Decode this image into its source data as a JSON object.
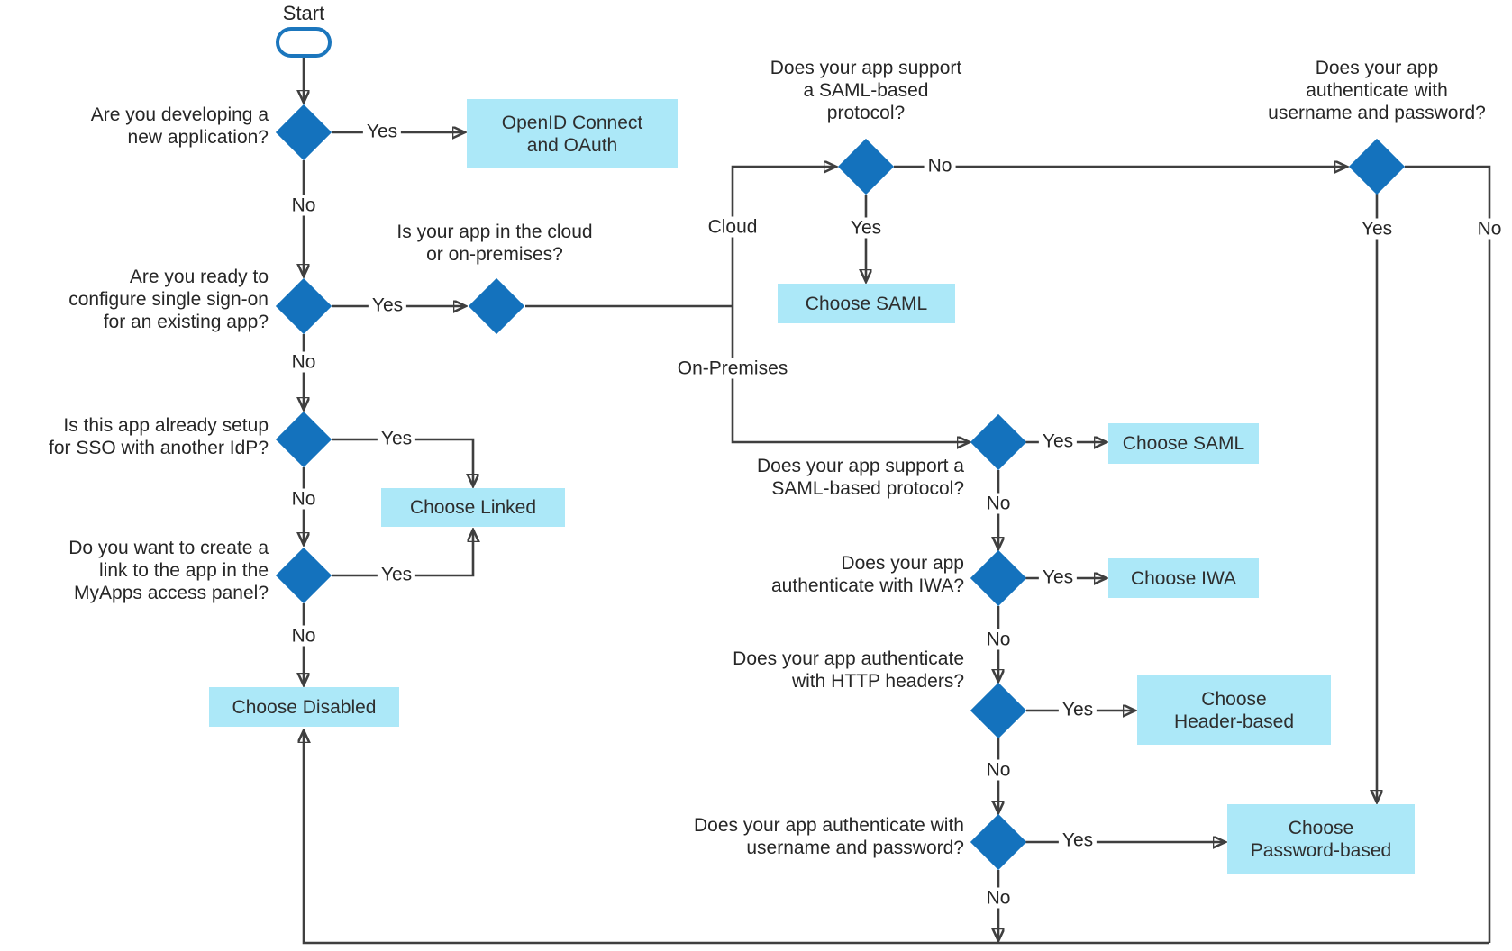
{
  "colors": {
    "diamond": "#1472bd",
    "stadium_border": "#1b76bd",
    "outcome_bg": "#ace8f8",
    "line": "#3f3f3f",
    "arrow": "#141414",
    "text": "#262626"
  },
  "start": {
    "label": "Start"
  },
  "edges": {
    "yes": "Yes",
    "no": "No",
    "cloud": "Cloud",
    "on_premises": "On-Premises"
  },
  "questions": {
    "new_app": "Are you developing a\nnew application?",
    "configure_sso": "Are you ready to\nconfigure single sign-on\nfor an existing app?",
    "already_idp": "Is this app already setup\nfor SSO with another IdP?",
    "myapps_link": "Do you want to create a\nlink to the app in the\nMyApps access panel?",
    "cloud_or_onprem": "Is your app in the cloud\nor on-premises?",
    "saml_cloud": "Does your app support\na SAML-based\nprotocol?",
    "userpass_top": "Does your app\nauthenticate with\nusername and password?",
    "saml_onprem": "Does your app support a\nSAML-based protocol?",
    "iwa": "Does your app\nauthenticate with IWA?",
    "http_headers": "Does your app authenticate\nwith HTTP headers?",
    "userpass_bottom": "Does your app authenticate with\nusername and password?"
  },
  "outcomes": {
    "openid": "OpenID Connect\nand OAuth",
    "saml_cloud": "Choose SAML",
    "saml_onprem": "Choose SAML",
    "linked": "Choose Linked",
    "disabled": "Choose Disabled",
    "iwa": "Choose IWA",
    "header_based": "Choose\nHeader-based",
    "password_based": "Choose\nPassword-based"
  }
}
